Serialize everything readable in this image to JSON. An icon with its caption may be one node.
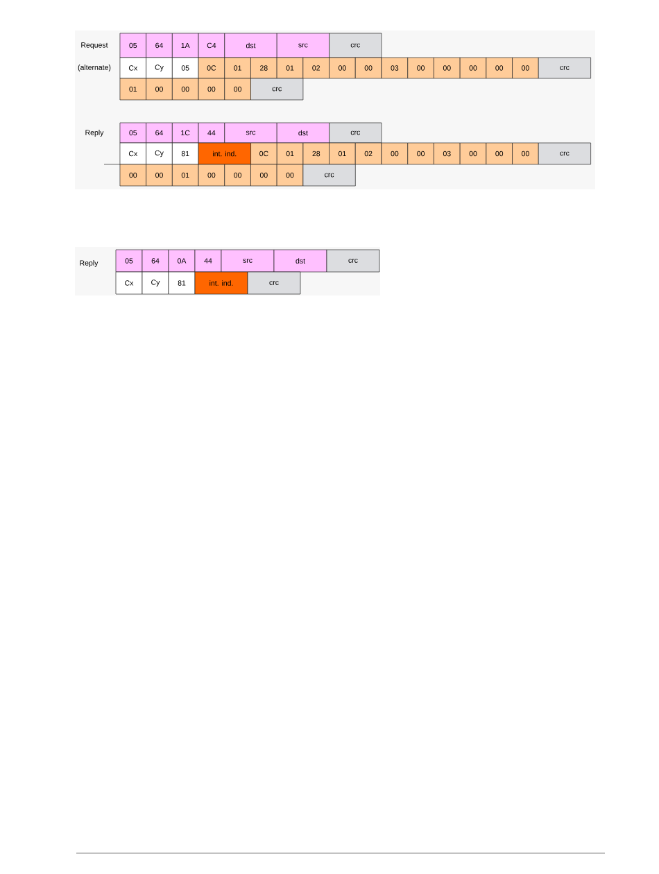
{
  "diagram": {
    "nodes": [
      {
        "text": [
          "05"
        ]
      },
      {
        "text": [
          "64"
        ]
      },
      {
        "text": [
          "1A"
        ]
      },
      {
        "text": [
          "C4"
        ]
      },
      {
        "text": [
          "dst"
        ]
      },
      {
        "text": [
          "src"
        ]
      },
      {
        "text": [
          "crc"
        ]
      },
      {
        "text": [
          "Cx"
        ]
      },
      {
        "text": [
          "Cy"
        ]
      },
      {
        "text": [
          "05"
        ]
      },
      {
        "text": [
          "0C"
        ]
      },
      {
        "text": [
          "01"
        ]
      },
      {
        "text": [
          "28"
        ]
      },
      {
        "text": [
          "01"
        ]
      },
      {
        "text": [
          "02"
        ]
      },
      {
        "text": [
          "00"
        ]
      },
      {
        "text": [
          "00"
        ]
      },
      {
        "text": [
          "03"
        ]
      },
      {
        "text": [
          "00"
        ]
      },
      {
        "text": [
          "00"
        ]
      },
      {
        "text": [
          "00"
        ]
      },
      {
        "text": [
          "00"
        ]
      },
      {
        "text": [
          "00"
        ]
      },
      {
        "text": [
          "crc"
        ]
      },
      {
        "text": [
          "01"
        ]
      },
      {
        "text": [
          "00"
        ]
      },
      {
        "text": [
          "00"
        ]
      },
      {
        "text": [
          "00"
        ]
      },
      {
        "text": [
          "00"
        ]
      },
      {
        "text": [
          "crc"
        ]
      },
      {
        "text": [
          "05"
        ]
      },
      {
        "text": [
          "64"
        ]
      },
      {
        "text": [
          "1C"
        ]
      },
      {
        "text": [
          "44"
        ]
      },
      {
        "text": [
          "src"
        ]
      },
      {
        "text": [
          "dst"
        ]
      },
      {
        "text": [
          "crc"
        ]
      },
      {
        "text": [
          "Cx"
        ]
      },
      {
        "text": [
          "Cy"
        ]
      },
      {
        "text": [
          "81"
        ]
      },
      {
        "text": [
          "int. ind."
        ]
      },
      {
        "text": [
          "0C"
        ]
      },
      {
        "text": [
          "01"
        ]
      },
      {
        "text": [
          "28"
        ]
      },
      {
        "text": [
          "01"
        ]
      },
      {
        "text": [
          "02"
        ]
      },
      {
        "text": [
          "00"
        ]
      },
      {
        "text": [
          "00"
        ]
      },
      {
        "text": [
          "03"
        ]
      },
      {
        "text": [
          "00"
        ]
      },
      {
        "text": [
          "00"
        ]
      },
      {
        "text": [
          "00"
        ]
      },
      {
        "text": [
          "crc"
        ]
      },
      {
        "text": [
          "00"
        ]
      },
      {
        "text": [
          "00"
        ]
      },
      {
        "text": [
          "01"
        ]
      },
      {
        "text": [
          "00"
        ]
      },
      {
        "text": [
          "00"
        ]
      },
      {
        "text": [
          "00"
        ]
      },
      {
        "text": [
          "00"
        ]
      },
      {
        "text": [
          "crc"
        ]
      },
      {
        "text": [
          "05"
        ]
      },
      {
        "text": [
          "64"
        ]
      },
      {
        "text": [
          "0A"
        ]
      },
      {
        "text": [
          "44"
        ]
      },
      {
        "text": [
          "src"
        ]
      },
      {
        "text": [
          "dst"
        ]
      },
      {
        "text": [
          "crc"
        ]
      },
      {
        "text": [
          "Cx"
        ]
      },
      {
        "text": [
          "Cy"
        ]
      },
      {
        "text": [
          "81"
        ]
      },
      {
        "text": [
          "int. ind."
        ]
      },
      {
        "text": [
          "crc"
        ]
      }
    ],
    "labels": [
      "Request",
      "(alternate)",
      "Reply",
      "Reply"
    ]
  }
}
